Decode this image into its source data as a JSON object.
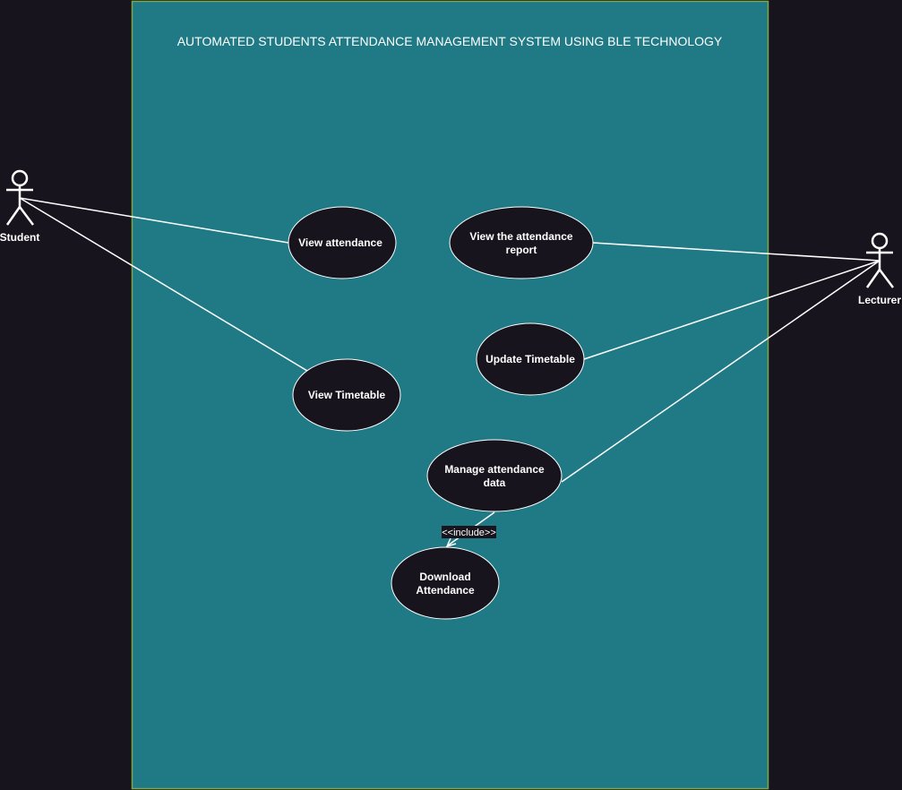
{
  "system": {
    "title": "AUTOMATED STUDENTS ATTENDANCE MANAGEMENT SYSTEM USING BLE TECHNOLOGY"
  },
  "actors": {
    "student": "Student",
    "lecturer": "Lecturer"
  },
  "use_cases": {
    "view_attendance": [
      "View attendance"
    ],
    "view_report": [
      "View the attendance",
      "report"
    ],
    "update_timetable": [
      "Update Timetable"
    ],
    "view_timetable": [
      "View Timetable"
    ],
    "manage_data": [
      "Manage attendance",
      "data"
    ],
    "download_attendance": [
      "Download",
      "Attendance"
    ]
  },
  "relations": {
    "include_label": "<<include>>"
  },
  "colors": {
    "page_background": "#18141d",
    "system_fill": "#1f7a85",
    "system_border": "#7da84a",
    "use_case_fill": "#18141d",
    "line": "#ffffff"
  }
}
